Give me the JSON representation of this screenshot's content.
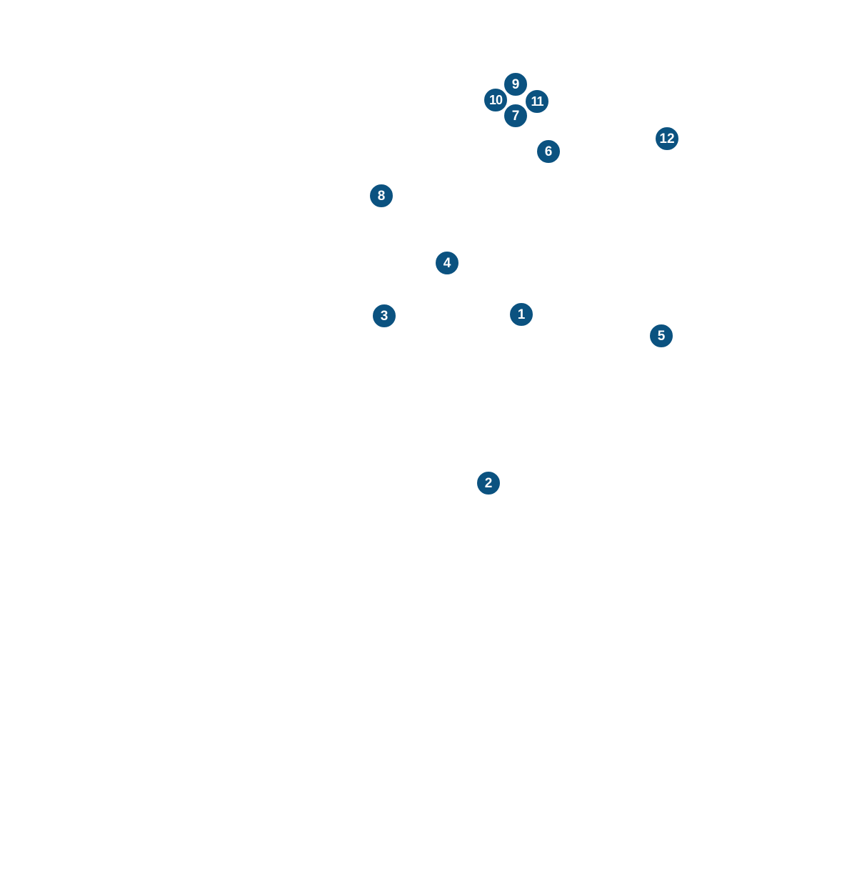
{
  "style": {
    "marker_color": "#0b5280",
    "marker_border": "#ffffff",
    "marker_text": "#ffffff",
    "background": "#ffffff"
  },
  "markers": [
    {
      "label": "1"
    },
    {
      "label": "2"
    },
    {
      "label": "3"
    },
    {
      "label": "4"
    },
    {
      "label": "5"
    },
    {
      "label": "6"
    },
    {
      "label": "7"
    },
    {
      "label": "8"
    },
    {
      "label": "9"
    },
    {
      "label": "10"
    },
    {
      "label": "11"
    },
    {
      "label": "12"
    }
  ]
}
